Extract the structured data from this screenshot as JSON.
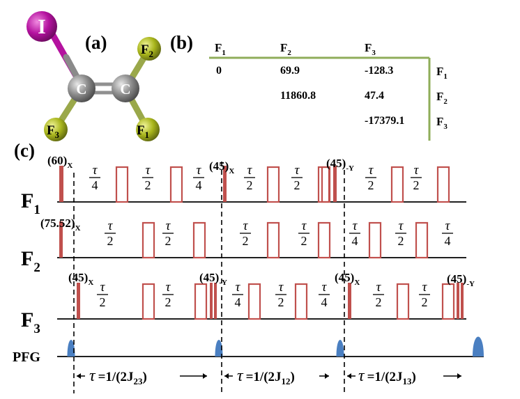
{
  "panel_labels": {
    "a": "(a)",
    "b": "(b)",
    "c": "(c)"
  },
  "molecule": {
    "atoms": [
      {
        "id": "I",
        "label": "I",
        "color": "#b4129f"
      },
      {
        "id": "C1",
        "label": "C",
        "color": "#8a8a8a"
      },
      {
        "id": "C2",
        "label": "C",
        "color": "#8a8a8a"
      },
      {
        "id": "F1",
        "base": "F",
        "sub": "1",
        "color": "#a8b51c"
      },
      {
        "id": "F2",
        "base": "F",
        "sub": "2",
        "color": "#a8b51c"
      },
      {
        "id": "F3",
        "base": "F",
        "sub": "3",
        "color": "#a8b51c"
      }
    ]
  },
  "coupling_table": {
    "col_headers": [
      {
        "base": "F",
        "sub": "1"
      },
      {
        "base": "F",
        "sub": "2"
      },
      {
        "base": "F",
        "sub": "3"
      }
    ],
    "row_headers": [
      {
        "base": "F",
        "sub": "1"
      },
      {
        "base": "F",
        "sub": "2"
      },
      {
        "base": "F",
        "sub": "3"
      }
    ],
    "rows": [
      [
        "0",
        "69.9",
        "-128.3"
      ],
      [
        "",
        "11860.8",
        "47.4"
      ],
      [
        "",
        "",
        "-17379.1"
      ]
    ],
    "line_color": "#8fad5a"
  },
  "sequence": {
    "pulse_color": "#c0504d",
    "pfg_color": "#4a7fc1",
    "channels": [
      {
        "label": {
          "base": "F",
          "sub": "1"
        },
        "pulse_labels": [
          {
            "base": "(60)",
            "sub": "X"
          },
          {
            "base": "(45)",
            "sub": "X"
          },
          {
            "base": "(45)",
            "sub": "-Y"
          }
        ],
        "delays": [
          "τ/4",
          "τ/2",
          "τ/4",
          "τ/2",
          "τ/2",
          "τ/2",
          "τ/2"
        ]
      },
      {
        "label": {
          "base": "F",
          "sub": "2"
        },
        "pulse_labels": [
          {
            "base": "(75.52)",
            "sub": "X"
          }
        ],
        "delays": [
          "τ/2",
          "τ/2",
          "τ/2",
          "τ/2",
          "τ/4",
          "τ/2",
          "τ/4"
        ]
      },
      {
        "label": {
          "base": "F",
          "sub": "3"
        },
        "pulse_labels": [
          {
            "base": "(45)",
            "sub": "X"
          },
          {
            "base": "(45)",
            "sub": "-Y"
          },
          {
            "base": "(45)",
            "sub": "X"
          },
          {
            "base": "(45)",
            "sub": "-Y"
          }
        ],
        "delays": [
          "τ/2",
          "τ/2",
          "τ/4",
          "τ/2",
          "τ/4",
          "τ/2",
          "τ/2"
        ]
      }
    ],
    "pfg_label": "PFG",
    "periods": [
      {
        "tau": "τ",
        "eq": "=1/(2J",
        "sub": "23",
        "close": ")"
      },
      {
        "tau": "τ",
        "eq": "=1/(2J",
        "sub": "12",
        "close": ")"
      },
      {
        "tau": "τ",
        "eq": "=1/(2J",
        "sub": "13",
        "close": ")"
      }
    ]
  }
}
